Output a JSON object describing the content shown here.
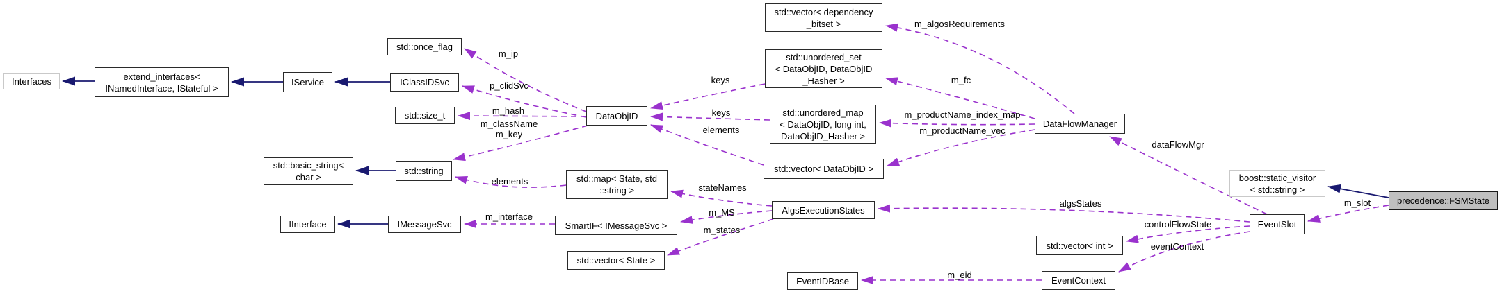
{
  "diagram": {
    "type": "doxygen-collaboration-graph",
    "main_class": "precedence::FSMState",
    "colors": {
      "inheritance_edge": "#191970",
      "usage_edge": "#9a32cd",
      "node_border": "#2a2a2a",
      "undocumented_node_border": "#c9c9c9",
      "main_node_fill": "#bfbfbf",
      "node_fill": "#ffffff"
    },
    "nodes": {
      "interfaces": "Interfaces",
      "extend_interfaces": "extend_interfaces<\nINamedInterface, IStateful >",
      "iservice": "IService",
      "once_flag": "std::once_flag",
      "iclassidsvc": "IClassIDSvc",
      "size_t": "std::size_t",
      "dataobjid": "DataObjID",
      "vector_dependency_bitset": "std::vector< dependency\n_bitset >",
      "unordered_set": "std::unordered_set\n< DataObjID, DataObjID\n_Hasher >",
      "unordered_map": "std::unordered_map\n< DataObjID, long int,\nDataObjID_Hasher >",
      "vector_dataobjid": "std::vector< DataObjID >",
      "dataflowmanager": "DataFlowManager",
      "basic_string": "std::basic_string<\nchar >",
      "string": "std::string",
      "map_state_string": "std::map< State, std\n::string >",
      "static_visitor": "boost::static_visitor\n< std::string >",
      "fsmstate": "precedence::FSMState",
      "algsexecutionstates": "AlgsExecutionStates",
      "iinterface": "IInterface",
      "imessagesvc": "IMessageSvc",
      "smartif": "SmartIF< IMessageSvc >",
      "eventslot": "EventSlot",
      "vector_int": "std::vector< int >",
      "vector_state": "std::vector< State >",
      "eventidbase": "EventIDBase",
      "eventcontext": "EventContext"
    },
    "edge_labels": {
      "m_ip": "m_ip",
      "p_clidSvc": "p_clidSvc",
      "m_hash": "m_hash",
      "m_className_key": "m_className\nm_key",
      "keys": "keys",
      "elements": "elements",
      "m_algosRequirements": "m_algosRequirements",
      "m_fc": "m_fc",
      "m_productName_index_map": "m_productName_index_map",
      "m_productName_vec": "m_productName_vec",
      "dataFlowMgr": "dataFlowMgr",
      "algsStates": "algsStates",
      "controlFlowState": "controlFlowState",
      "eventContext": "eventContext",
      "m_slot": "m_slot",
      "m_eid": "m_eid",
      "stateNames": "stateNames",
      "m_MS": "m_MS",
      "m_states": "m_states",
      "m_interface": "m_interface"
    }
  }
}
